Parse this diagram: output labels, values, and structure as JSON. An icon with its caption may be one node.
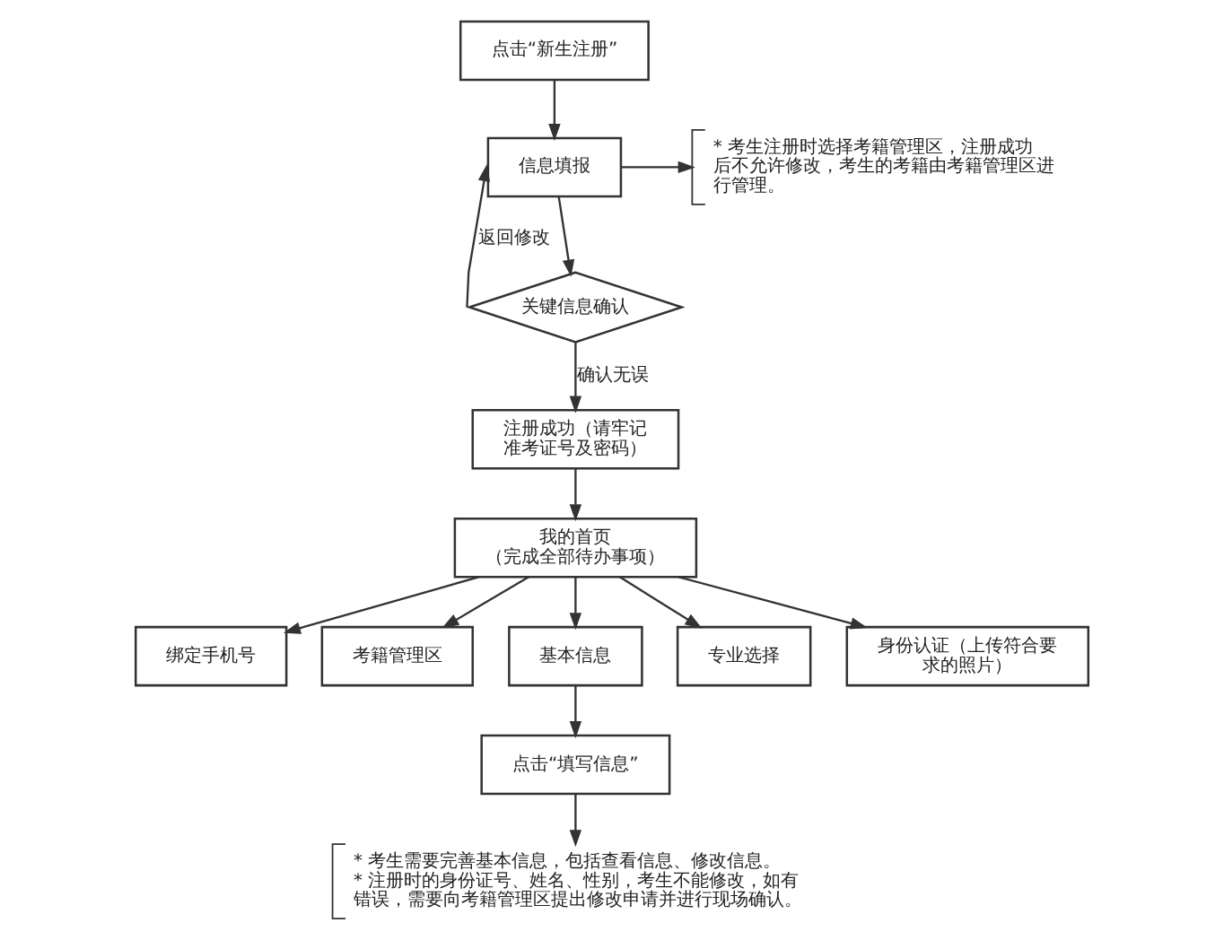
{
  "diagram": {
    "nodes": [
      {
        "text": [
          "点击“新生注册”"
        ]
      },
      {
        "text": [
          "信息填报"
        ]
      },
      {
        "text": [
          "* 考生注册时选择考籍管理区，注册成功后不允许修改，考生的考籍由考籍管理区进行管理。"
        ]
      },
      {
        "text": [
          "关键信息确认"
        ]
      },
      {
        "text": [
          "注册成功（请牢记准考证号及密码）"
        ]
      },
      {
        "text": [
          "我的首页",
          "（完成全部待办事项）"
        ]
      },
      {
        "text": [
          "绑定手机号"
        ]
      },
      {
        "text": [
          "考籍管理区"
        ]
      },
      {
        "text": [
          "基本信息"
        ]
      },
      {
        "text": [
          "专业选择"
        ]
      },
      {
        "text": [
          "身份认证（上传符合要求的照片）"
        ]
      },
      {
        "text": [
          "点击“填写信息”"
        ]
      },
      {
        "text": [
          "* 考生需要完善基本信息，包括查看信息、修改信息。",
          "* 注册时的身份证号、姓名、性别，考生不能修改，如有错误，需要向考籍管理区提出修改申请并进行现场确认。"
        ]
      }
    ],
    "edges": [
      {
        "from": 0,
        "to": 1,
        "arrow": "to"
      },
      {
        "from": 1,
        "to": 2,
        "arrow": "to"
      },
      {
        "from": 1,
        "to": 3,
        "arrow": "to"
      },
      {
        "from": 3,
        "to": 1,
        "arrow": "to",
        "label": "返回修改"
      },
      {
        "from": 3,
        "to": 4,
        "arrow": "to",
        "label": "确认无误"
      },
      {
        "from": 4,
        "to": 5,
        "arrow": "to"
      },
      {
        "from": 5,
        "to": 6,
        "arrow": "to"
      },
      {
        "from": 5,
        "to": 7,
        "arrow": "to"
      },
      {
        "from": 5,
        "to": 8,
        "arrow": "to"
      },
      {
        "from": 5,
        "to": 9,
        "arrow": "to"
      },
      {
        "from": 5,
        "to": 10,
        "arrow": "to"
      },
      {
        "from": 8,
        "to": 11,
        "arrow": "to"
      },
      {
        "from": 11,
        "to": 12,
        "arrow": "to"
      }
    ]
  }
}
